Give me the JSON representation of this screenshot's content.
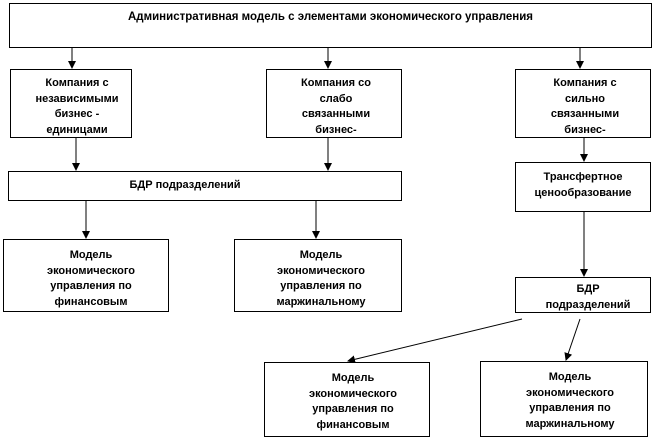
{
  "diagram": {
    "root": "Административная модель с элементами экономического управления",
    "company_independent": "Компания с\nнезависимыми\nбизнес -\nединицами",
    "company_weak": "Компания со\nслабо\nсвязанными\nбизнес-",
    "company_strong": "Компания с\nсильно\nсвязанными\nбизнес-",
    "bdr_units_top": "БДР подразделений",
    "transfer_pricing": "Трансфертное\nценообразование",
    "bdr_units_bottom": "БДР\nподразделений",
    "model_fin_1": "Модель\nэкономического\nуправления по\nфинансовым",
    "model_marg_1": "Модель\nэкономического\nуправления по\nмаржинальному",
    "model_fin_2": "Модель\nэкономического\nуправления по\nфинансовым",
    "model_marg_2": "Модель\nэкономического\nуправления по\nмаржинальному"
  }
}
